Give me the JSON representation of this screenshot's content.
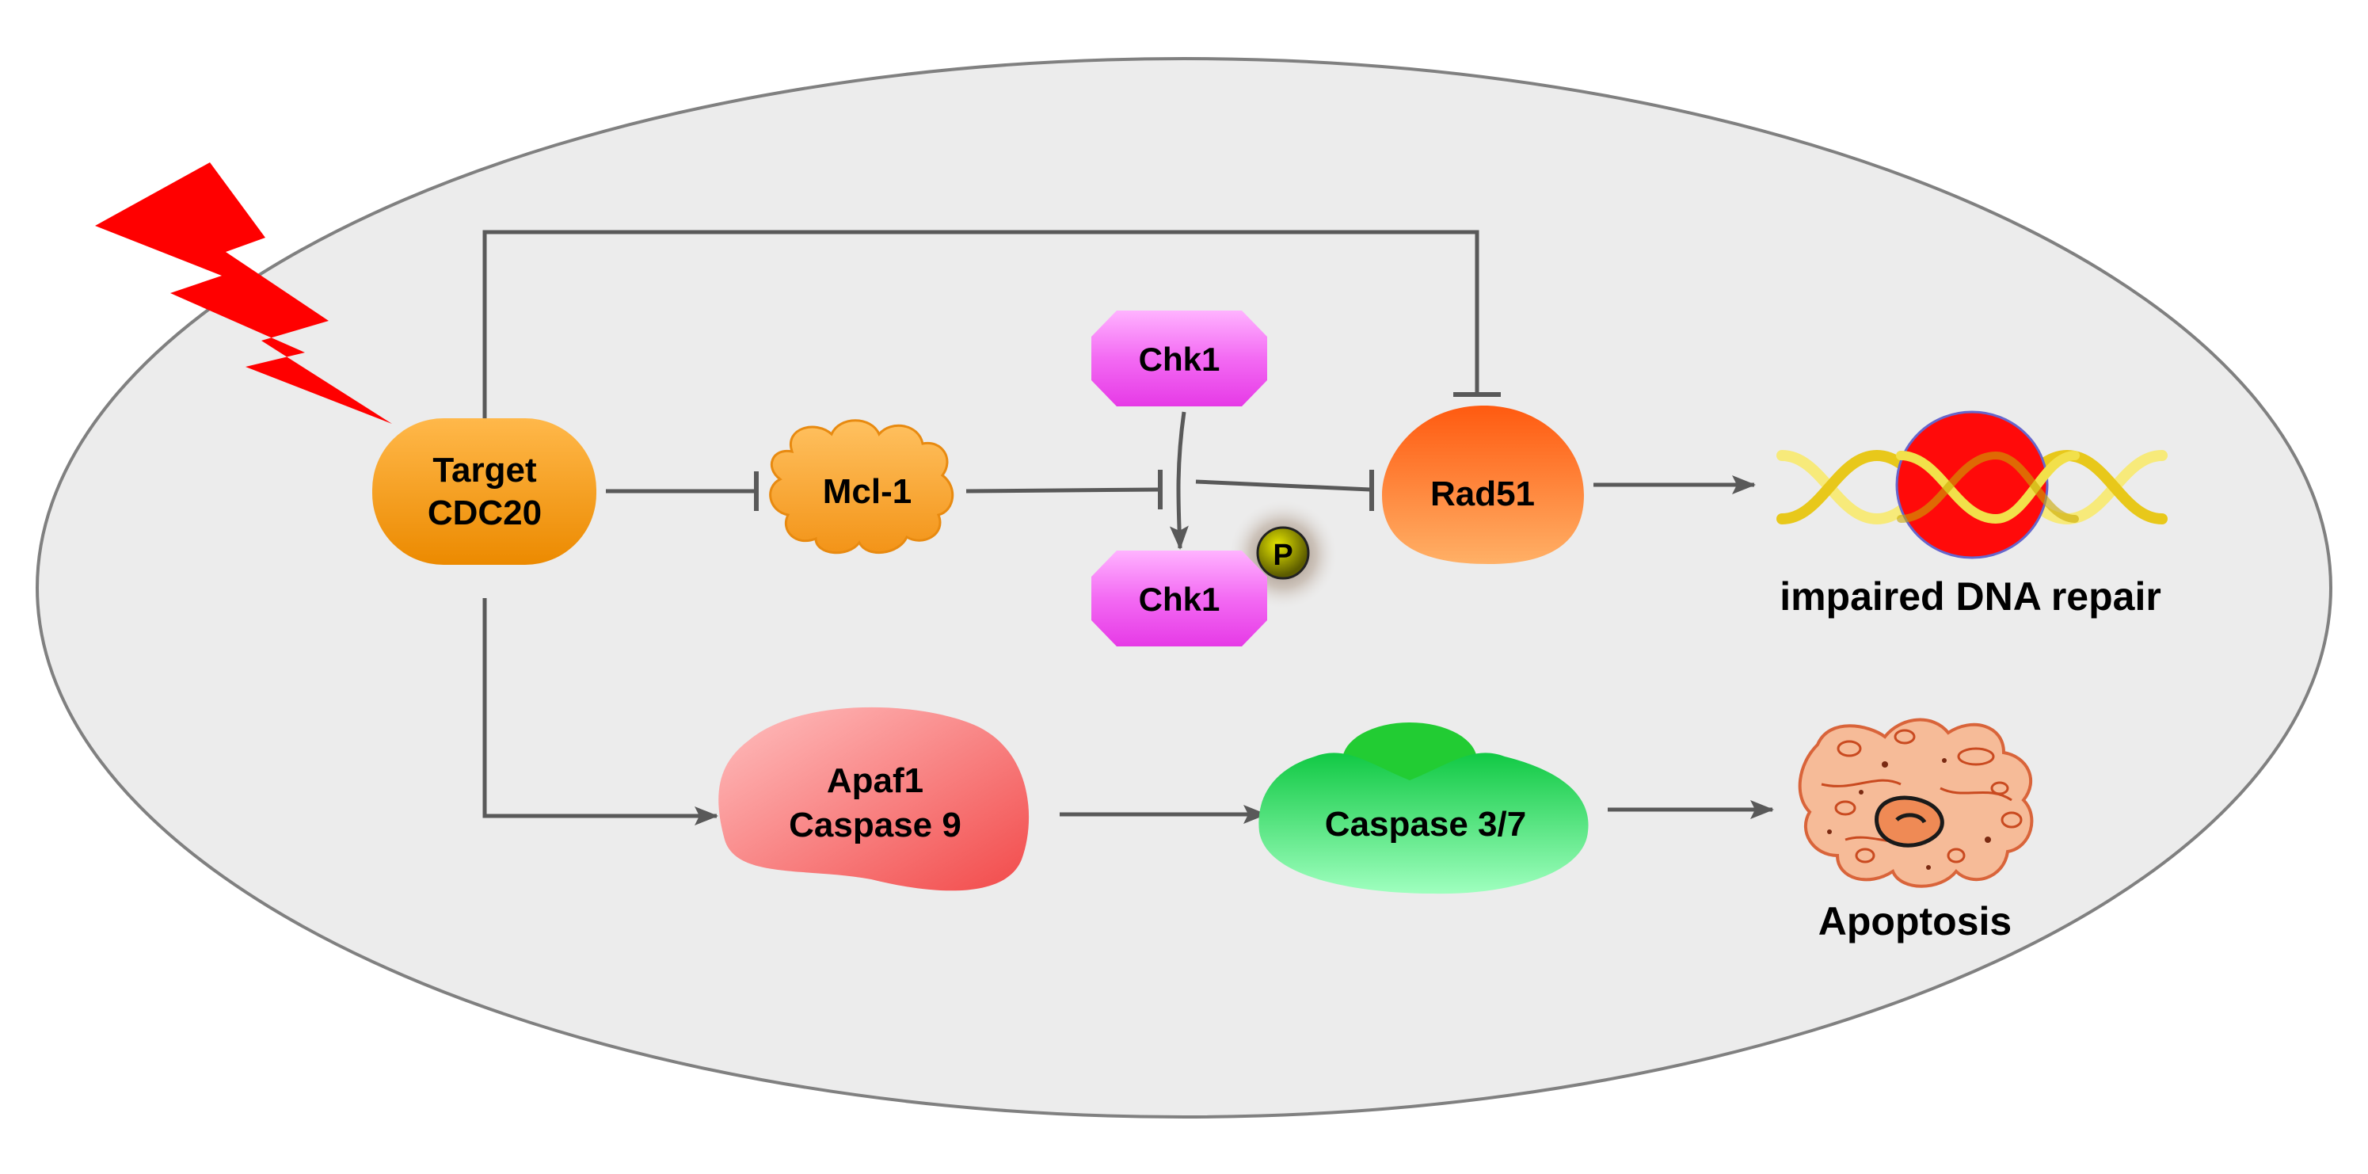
{
  "nodes": {
    "cdc20": {
      "line1": "Target",
      "line2": "CDC20"
    },
    "mcl1": {
      "label": "Mcl-1"
    },
    "chk1_top": {
      "label": "Chk1"
    },
    "chk1_bottom": {
      "label": "Chk1"
    },
    "phospho": {
      "label": "P"
    },
    "rad51": {
      "label": "Rad51"
    },
    "apaf1": {
      "line1": "Apaf1",
      "line2": "Caspase 9"
    },
    "caspase37": {
      "label": "Caspase 3/7"
    }
  },
  "outcomes": {
    "dna_repair": "impaired DNA repair",
    "apoptosis": "Apoptosis"
  },
  "colors": {
    "cell": "#ececec",
    "cell_border": "#7f7f7f",
    "connector": "#595959",
    "bolt": "#ff0000",
    "cdc20": "#f39c12",
    "mcl1": "#f7a535",
    "chk1": "#ee44ee",
    "phospho": "#8d8d00",
    "rad51": "#ff6a1a",
    "apaf1": "#f36a6a",
    "caspase37": "#22cc55",
    "dna_strand": "#f2e04a",
    "dna_center": "#ff1010",
    "apoptosis_cell": "#f4b793"
  }
}
